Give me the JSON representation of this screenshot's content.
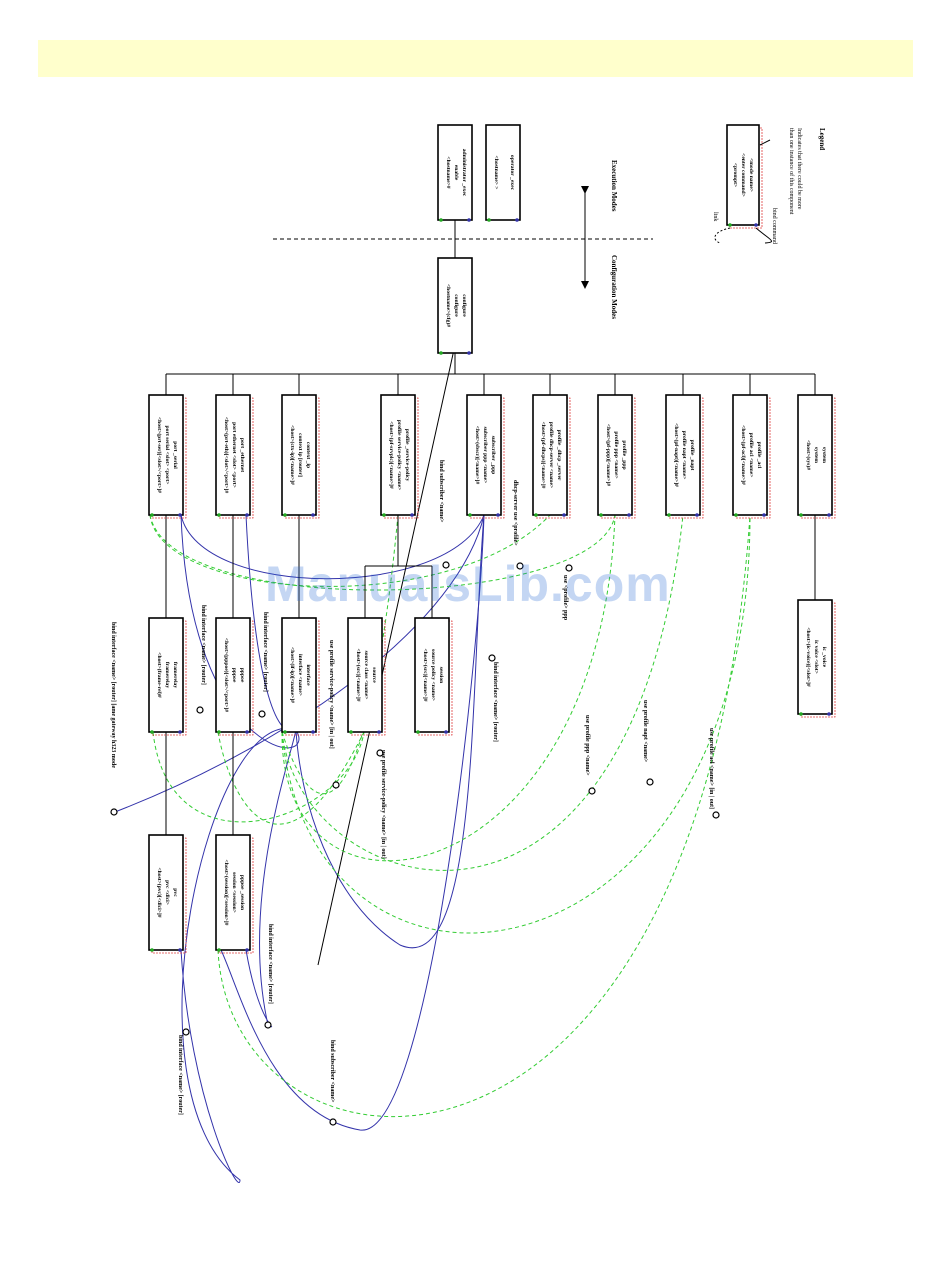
{
  "watermark": "ManualsLib.com",
  "colors": {
    "band": "#ffffcc",
    "command_link": "#3333aa",
    "bind_link": "#33cc33",
    "box_shadow": "#e04040"
  },
  "legend": {
    "title": "Legend",
    "note_1": "Indicates that there could be more",
    "note_2": "than one instance of this component",
    "box": [
      "<mode name>",
      "<enter command>",
      "<prompt>"
    ],
    "bind_label": "bind command",
    "link_label": "link"
  },
  "mode_labels": {
    "exec": "Execution Modes",
    "config": "Configuration Modes"
  },
  "modes": {
    "operator_exec": [
      "operator _exec",
      "",
      "<hostname>  >"
    ],
    "admin_exec": [
      "administrator _exec",
      "enable",
      "<hostname>#"
    ],
    "configure": [
      "configure",
      "configure",
      "<hostname>(cfg)#"
    ],
    "port_serial": [
      "port _serial",
      "port serial <slot> <port>",
      "<host>(prt-ser)[<slot>/<port>]#"
    ],
    "port_ethernet": [
      "port _ethernet",
      "port ethernet <slot> <port>",
      "<host>(prt-eth)[<slot>/<port>]#"
    ],
    "context_ip": [
      "context _ip",
      "context ip [router]",
      "<host>(ctx-ip)[<name>]#"
    ],
    "profile_service_policy": [
      "profile _service-policy",
      "profile service-policy <name>",
      "<host>(pf-srvplc)[<name>]#"
    ],
    "subscriber_ppp": [
      "subscriber _ppp",
      "subscriber ppp <name>",
      "<host>(sbscr)[<name>]#"
    ],
    "profile_dhcp_server": [
      "profile _dhcp _server",
      "profile dhcp-server <name>",
      "<host>(pf-dhcps)[<name>]#"
    ],
    "profile_ppp": [
      "profile _ppp",
      "profile ppp <name>",
      "<host>(pf-ppp)[<name>]#"
    ],
    "profile_napt": [
      "profile _napt",
      "profile napt <name>",
      "<host>(pf-napt)[<name>]#"
    ],
    "profile_acl": [
      "profile _acl",
      "profile acl <name>",
      "<host>(pf-acl)[<name>]#"
    ],
    "system": [
      "system",
      "system",
      "<host>(sys)#"
    ],
    "framerelay": [
      "framerelay",
      "framerelay",
      "<host>(frame-rel)#"
    ],
    "pppoe": [
      "pppoe",
      "pppoe",
      "<host>(pppoe)[<slot>/<port>]#"
    ],
    "interface": [
      "interface",
      "interface <name>",
      "<host>(if-ip)[<name>]#"
    ],
    "source": [
      "source",
      "source class <name>",
      "<host>(src)[<name>]#"
    ],
    "sessions": [
      "session",
      "source policy <name>",
      "<host>(src)[<name>]#"
    ],
    "ic_voice": [
      "ic _voice",
      "ic voice <slot>",
      "<host>(ic-voice)[<slot>]#"
    ],
    "pvc": [
      "pvc",
      "pvc <dlci>",
      "<host>(pvc)[<dlci>]#"
    ],
    "pppoe_session": [
      "pppoe _session",
      "session <session>",
      "<host>(session)[<session>]#"
    ]
  },
  "annotations": {
    "bind_subscriber_1": "bind subscriber <name>",
    "dhcp_server": "dhcp-server use <profile>",
    "use_ppp_1": "use <profile> ppp",
    "bind_if_framerelay": "bind interface <name> [router] [ame gateway h323 mode",
    "bind_if_pppoe": "bind interface <name> [router]",
    "bind_if_interface": "bind interface <name> [router]",
    "use_service_policy_1": "use profile service-policy <name> [in | out]",
    "use_service_policy_2": "use profile service-policy <name> [in | out]",
    "bind_if_sessions": "bind interface <name> [router]",
    "use_profile_ppp": "use profile ppp <name>",
    "use_profile_napt": "use profile napt <name>",
    "use_profile_acl": "use profile acl <name> [in | out]",
    "bind_if_session": "bind interface <name> [router]",
    "bind_subscriber_2": "bind subscriber <name>",
    "bind_if_pvc": "bind interface <name> [router]"
  }
}
